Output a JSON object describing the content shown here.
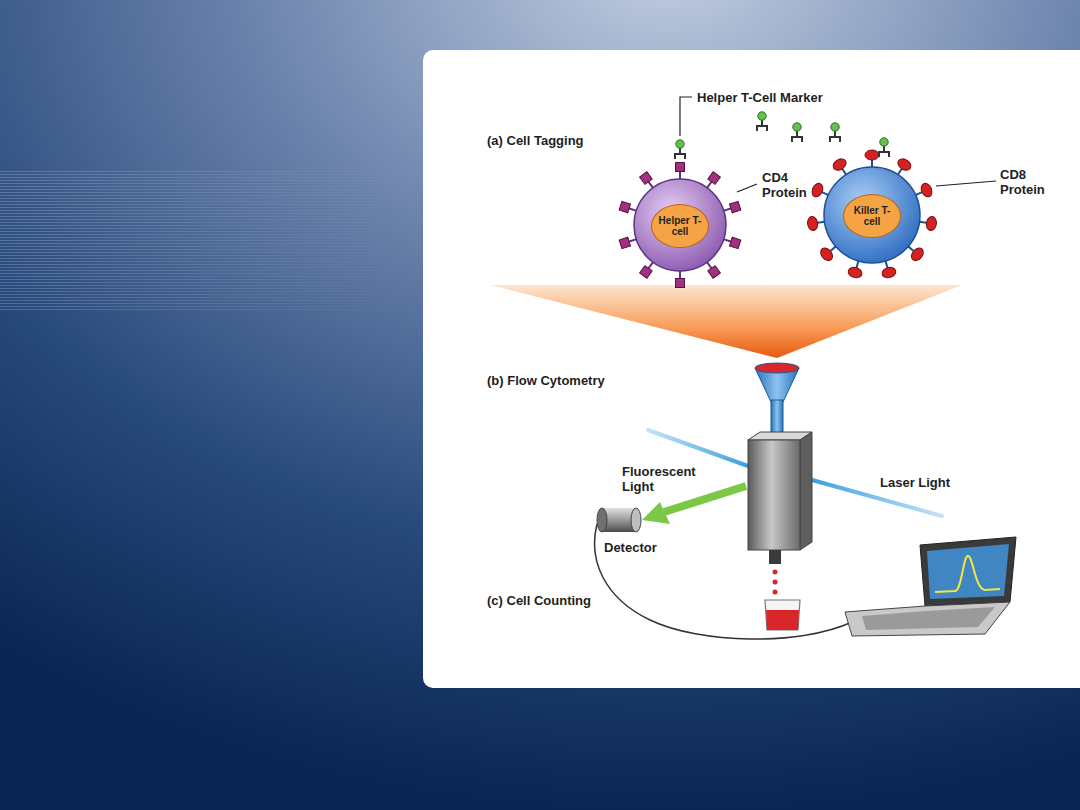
{
  "diagram": {
    "nodes": [
      {
        "text": [
          "Helper T-cell"
        ]
      },
      {
        "text": [
          "Killer T-cell"
        ]
      }
    ],
    "labels": [
      "Helper T-Cell Marker",
      "(a) Cell Tagging",
      "CD4 Protein",
      "CD8 Protein",
      "(b) Flow Cytometry",
      "Fluorescent Light",
      "Laser Light",
      "Detector",
      "(c) Cell Counting"
    ]
  }
}
